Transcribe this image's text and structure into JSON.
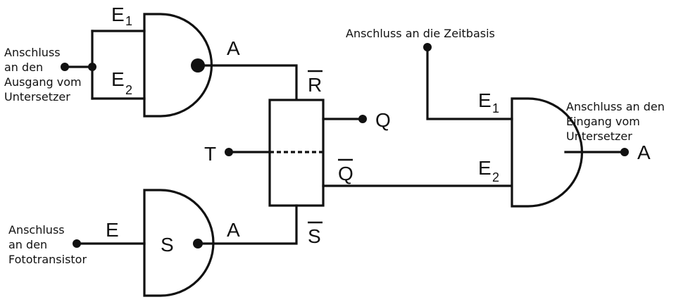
{
  "gate_top_left": {
    "input1": "E",
    "input1_sub": "1",
    "input2": "E",
    "input2_sub": "2",
    "output": "A"
  },
  "gate_bottom_left": {
    "input": "E",
    "symbol": "S",
    "output": "A"
  },
  "flipflop": {
    "r_bar": "R",
    "s_bar": "S",
    "t": "T",
    "q": "Q",
    "q_bar": "Q"
  },
  "gate_right": {
    "input1": "E",
    "input1_sub": "1",
    "input2": "E",
    "input2_sub": "2",
    "output": "A"
  },
  "notes": {
    "left_top": [
      "Anschluss",
      "an den",
      "Ausgang vom",
      "Untersetzer"
    ],
    "left_bottom": [
      "Anschluss",
      "an den",
      "Fototransistor"
    ],
    "zeitbasis": "Anschluss an die Zeitbasis",
    "right": [
      "Anschluss an den",
      "Eingang vom",
      "Untersetzer"
    ]
  }
}
